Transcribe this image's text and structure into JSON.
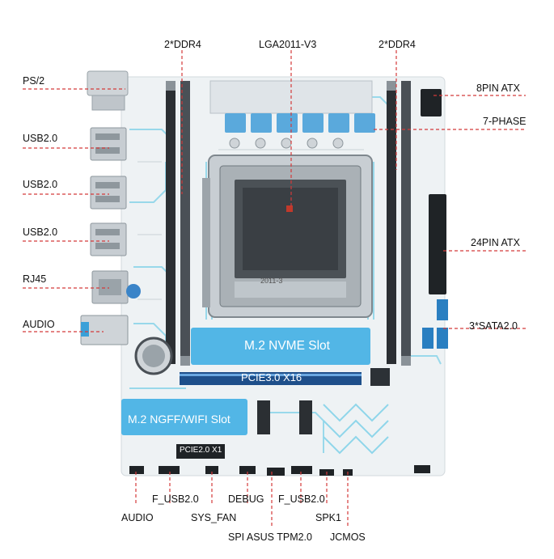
{
  "labels": {
    "ddr4_left": "2*DDR4",
    "lga": "LGA2011-V3",
    "ddr4_right": "2*DDR4",
    "ps2": "PS/2",
    "usb_1": "USB2.0",
    "usb_2": "USB2.0",
    "usb_3": "USB2.0",
    "rj45": "RJ45",
    "audio_rear": "AUDIO",
    "pin8_atx": "8PIN ATX",
    "phase": "7-PHASE",
    "pin24_atx": "24PIN ATX",
    "sata": "3*SATA2.0",
    "audio_front": "AUDIO",
    "f_usb_left": "F_USB2.0",
    "sys_fan": "SYS_FAN",
    "debug": "DEBUG",
    "f_usb_right": "F_USB2.0",
    "spk1": "SPK1",
    "spi_tpm": "SPI ASUS TPM2.0",
    "jcmos": "JCMOS"
  },
  "board": {
    "nvme_slot": "M.2 NVME Slot",
    "pcie_x16": "PCIE3.0 X16",
    "ngff_slot": "M.2 NGFF/WIFI Slot",
    "pcie_x1": "PCIE2.0 X1",
    "cpu_mark": "2011-3"
  },
  "colors": {
    "accent_blue": "#52b6e6",
    "pointer_red": "#d43a3a",
    "board_white": "#eef2f4",
    "trace_cyan": "#8fd6ea"
  }
}
